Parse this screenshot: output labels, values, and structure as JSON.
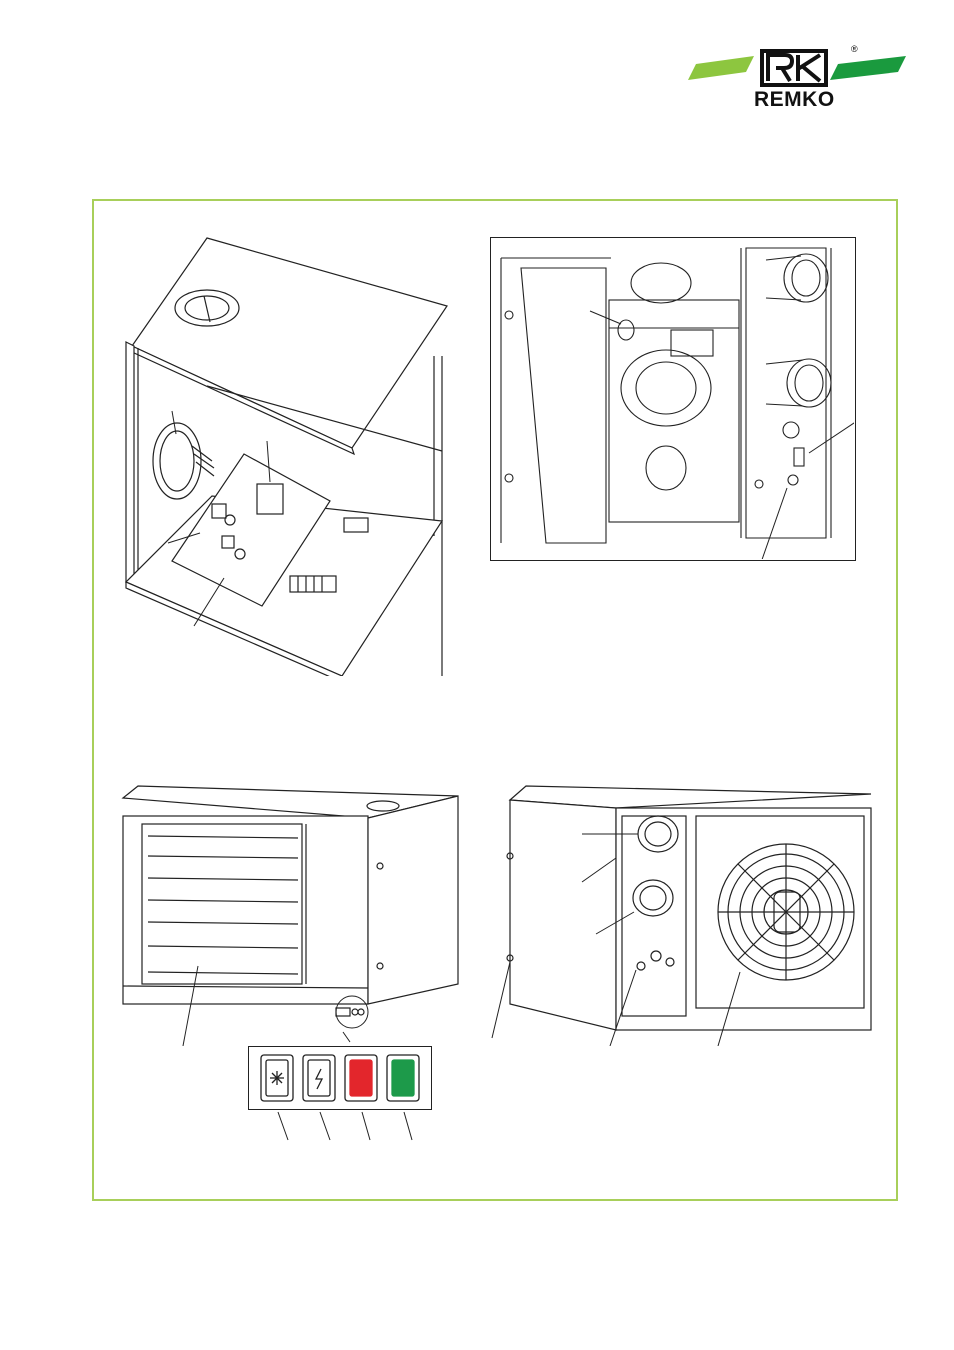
{
  "brand": {
    "name": "REMKO",
    "registered_mark": "®",
    "colors": {
      "green_light": "#8dc63f",
      "green_dark": "#1a9a3e",
      "frame": "#a8cf5a"
    }
  },
  "control_panel": {
    "buttons": [
      {
        "icon": "snowflake-icon",
        "color": "#ffffff"
      },
      {
        "icon": "lightning-icon",
        "color": "#ffffff"
      },
      {
        "icon": "none",
        "color": "#e3262c"
      },
      {
        "icon": "none",
        "color": "#1d9a4a"
      }
    ]
  }
}
